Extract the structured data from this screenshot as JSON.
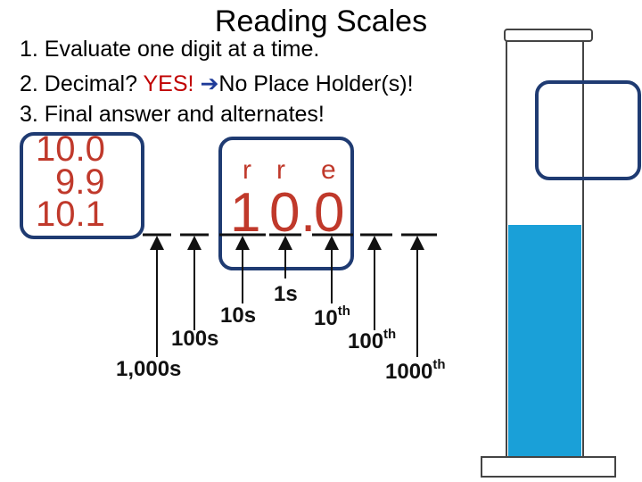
{
  "slide": {
    "title": "Reading Scales",
    "steps": [
      "1. Evaluate one digit at a time.",
      "2. Decimal?",
      "3. Final answer and alternates!"
    ],
    "step2_yes": "YES!",
    "step2_rest": "No Place Holder(s)!",
    "step2_arrow_icon": "right-arrow-icon"
  },
  "alternates": [
    "10.0",
    "9.9",
    "10.1"
  ],
  "digit_letters": [
    "r",
    "r",
    "e"
  ],
  "answer_digits": [
    "1",
    "0",
    ".",
    "0"
  ],
  "place_labels": {
    "tens": "10s",
    "ones": "1s",
    "tenths_base": "10",
    "tenths_sup": "th",
    "hundreds": "100s",
    "hundredths_base": "100",
    "hundredths_sup": "th",
    "thousands": "1,000s",
    "thousandths_base": "1000",
    "thousandths_sup": "th"
  },
  "colors": {
    "red": "#c0392b",
    "box_border": "#1f3b72",
    "liquid": "#1aa0d8",
    "arrow_blue": "#1f3b99"
  }
}
